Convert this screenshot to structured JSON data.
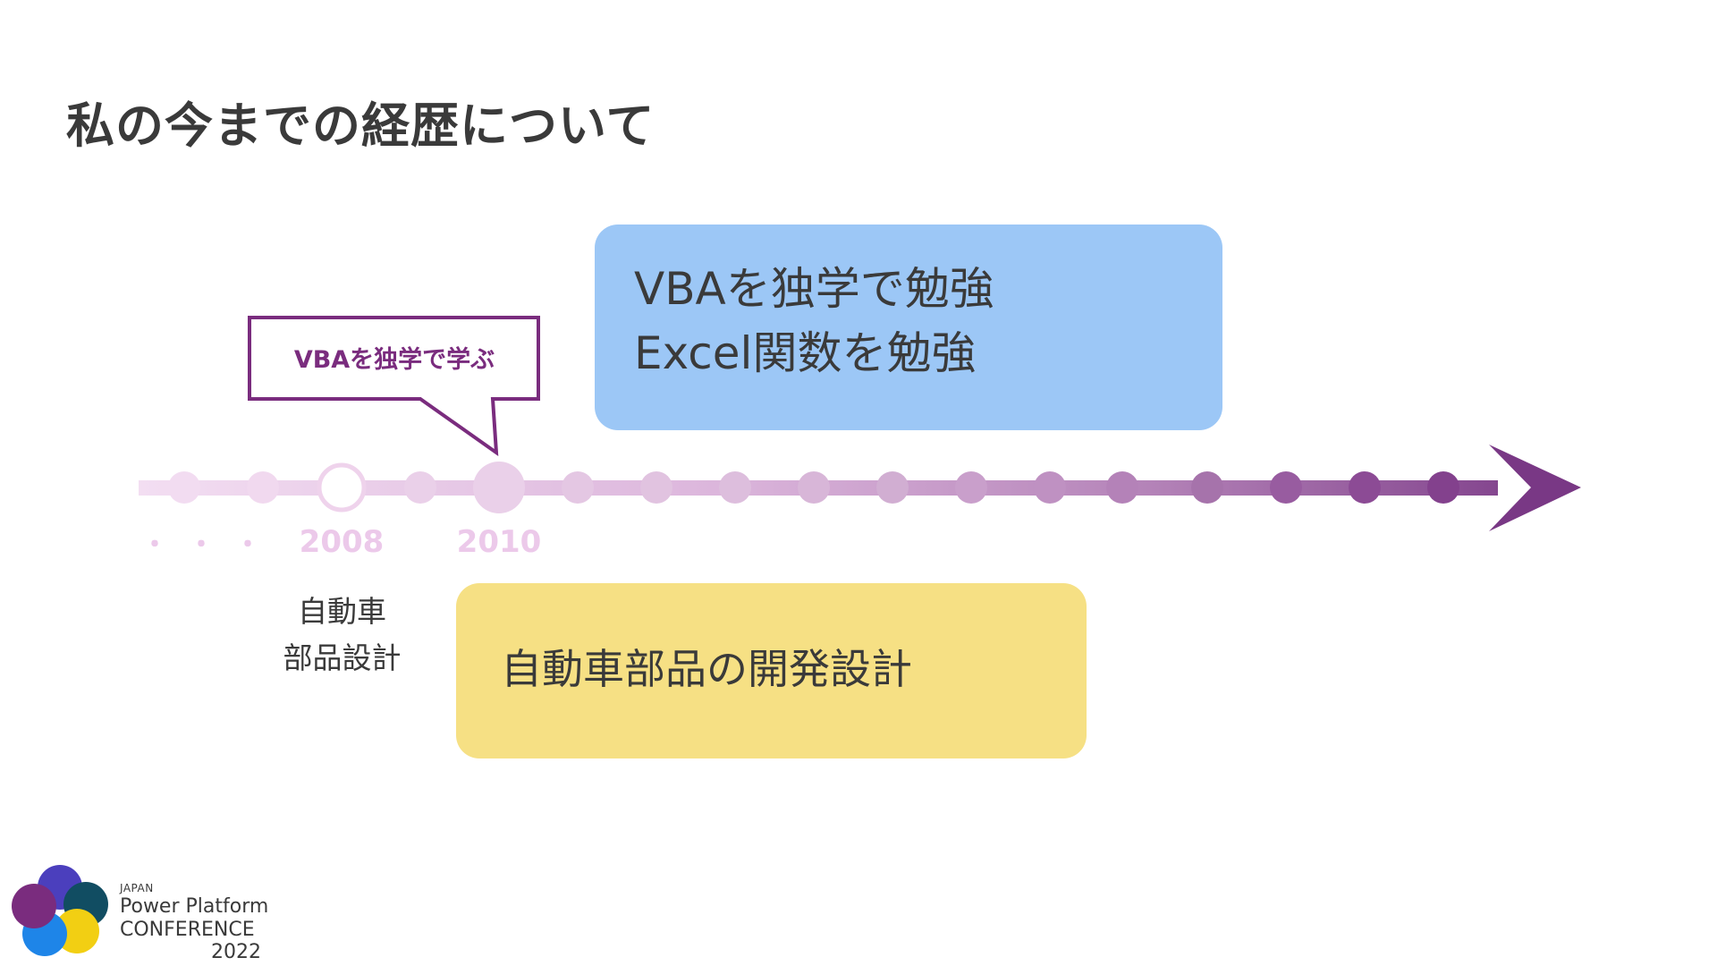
{
  "slide": {
    "title": "私の今までの経歴について"
  },
  "timeline": {
    "ellipsis": "・・・",
    "year_2008": "2008",
    "year_2010": "2010",
    "callout": "VBAを独学で学ぶ",
    "note_2008_line1": "自動車",
    "note_2008_line2": "部品設計",
    "colors": {
      "start": "#f2dcf1",
      "end": "#7a3a84",
      "callout_border": "#7a2c7e"
    }
  },
  "boxes": {
    "blue_line1": "VBAを独学で勉強",
    "blue_line2": "Excel関数を勉強",
    "yellow_line1": "自動車部品の開発設計",
    "blue_color": "#9cc7f6",
    "yellow_color": "#f6e084"
  },
  "logo": {
    "small": "JAPAN",
    "line1": "Power Platform",
    "line2": "CONFERENCE",
    "year": "2022"
  }
}
